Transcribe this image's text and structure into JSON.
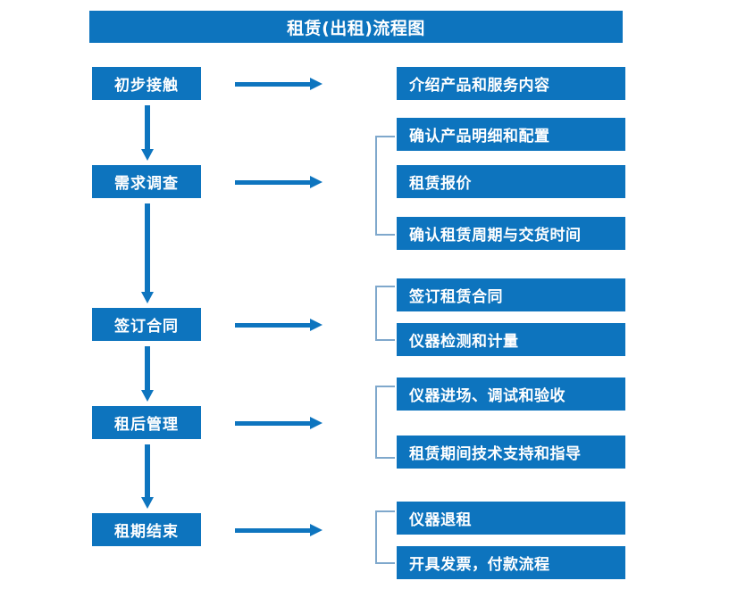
{
  "diagram": {
    "title": "租赁(出租)流程图",
    "theme": {
      "box_fill": "#0D74BE",
      "box_text": "#FFFFFF",
      "arrow_color": "#0E75BF",
      "bracket_color": "#7FA8CC",
      "background": "#FFFFFF"
    },
    "stages": [
      {
        "id": "stage-1",
        "label": "初步接触",
        "details": [
          "介绍产品和服务内容"
        ],
        "bracketed": false
      },
      {
        "id": "stage-2",
        "label": "需求调查",
        "details": [
          "确认产品明细和配置",
          "租赁报价",
          "确认租赁周期与交货时间"
        ],
        "bracketed": true
      },
      {
        "id": "stage-3",
        "label": "签订合同",
        "details": [
          "签订租赁合同",
          "仪器检测和计量"
        ],
        "bracketed": true
      },
      {
        "id": "stage-4",
        "label": "租后管理",
        "details": [
          "仪器进场、调试和验收",
          "租赁期间技术支持和指导"
        ],
        "bracketed": true
      },
      {
        "id": "stage-5",
        "label": "租期结束",
        "details": [
          "仪器退租",
          "开具发票，付款流程"
        ],
        "bracketed": true
      }
    ],
    "connectors": {
      "stage_to_detail": "arrow-right",
      "stage_to_stage": "arrow-down"
    }
  }
}
